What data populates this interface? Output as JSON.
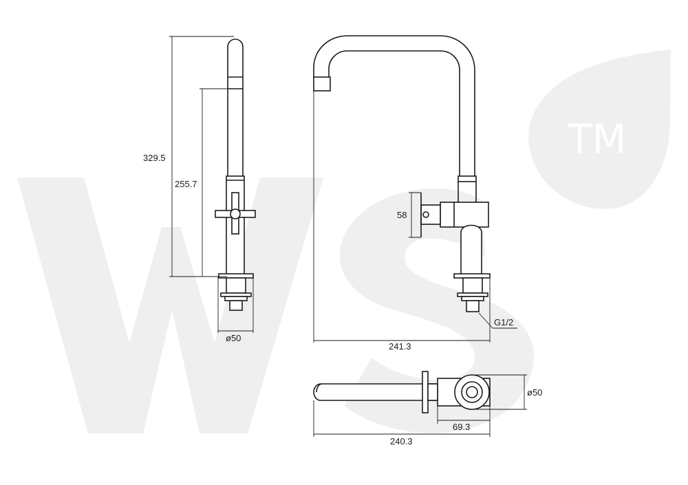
{
  "watermark": {
    "logo_text": "WS",
    "trademark": "TM",
    "color": "#efefef"
  },
  "side_view": {
    "dim_total_height": "329.5",
    "dim_body_height": "255.7",
    "dim_base_diameter": "ø50"
  },
  "front_view": {
    "dim_handle_height": "58",
    "dim_thread": "G1/2",
    "dim_spout_reach": "241.3"
  },
  "top_view": {
    "dim_base_diameter": "ø50",
    "dim_handle_offset": "69.3",
    "dim_total_length": "240.3"
  },
  "line_color": "#1a1a1a"
}
